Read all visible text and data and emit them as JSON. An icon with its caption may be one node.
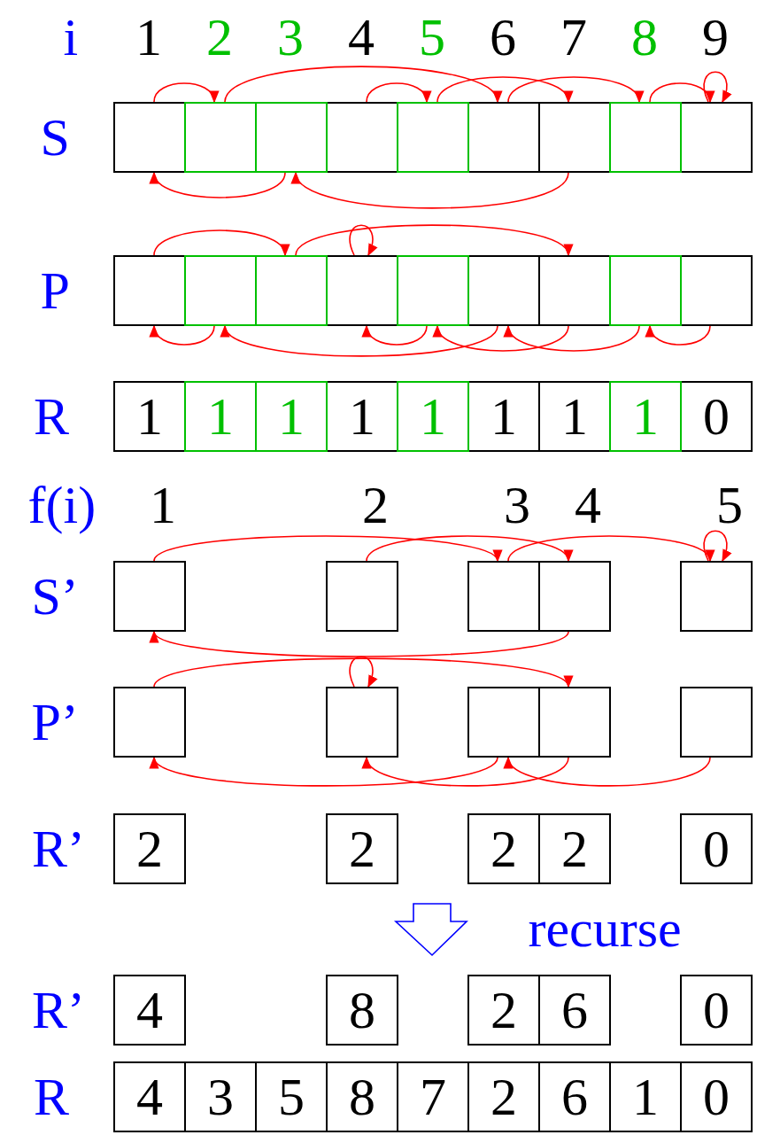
{
  "diagram": {
    "nodes": [
      {
        "text": [],
        "shape": "box"
      },
      {
        "text": [],
        "shape": "box"
      },
      {
        "text": [],
        "shape": "box"
      },
      {
        "text": [],
        "shape": "box"
      },
      {
        "text": [],
        "shape": "box"
      },
      {
        "text": [],
        "shape": "box"
      },
      {
        "text": [],
        "shape": "box"
      },
      {
        "text": [],
        "shape": "box"
      },
      {
        "text": [],
        "shape": "box"
      },
      {
        "text": [],
        "shape": "box"
      },
      {
        "text": [],
        "shape": "box"
      },
      {
        "text": [],
        "shape": "box"
      },
      {
        "text": [],
        "shape": "box"
      },
      {
        "text": [],
        "shape": "box"
      },
      {
        "text": [],
        "shape": "box"
      },
      {
        "text": [],
        "shape": "box"
      },
      {
        "text": [],
        "shape": "box"
      },
      {
        "text": [],
        "shape": "box"
      },
      {
        "text": [
          "1"
        ]
      },
      {
        "text": [
          "1"
        ]
      },
      {
        "text": [
          "1"
        ]
      },
      {
        "text": [
          "1"
        ]
      },
      {
        "text": [
          "1"
        ]
      },
      {
        "text": [
          "1"
        ]
      },
      {
        "text": [
          "1"
        ]
      },
      {
        "text": [
          "1"
        ]
      },
      {
        "text": [
          "0"
        ]
      },
      {
        "text": [],
        "shape": "box"
      },
      {
        "text": [],
        "shape": "box"
      },
      {
        "text": [],
        "shape": "box"
      },
      {
        "text": [],
        "shape": "box"
      },
      {
        "text": [],
        "shape": "box"
      },
      {
        "text": [],
        "shape": "box"
      },
      {
        "text": [],
        "shape": "box"
      },
      {
        "text": [],
        "shape": "box"
      },
      {
        "text": [],
        "shape": "box"
      },
      {
        "text": [],
        "shape": "box"
      },
      {
        "text": [
          "2"
        ]
      },
      {
        "text": [
          "2"
        ]
      },
      {
        "text": [
          "2"
        ]
      },
      {
        "text": [
          "2"
        ]
      },
      {
        "text": [
          "0"
        ]
      },
      {
        "text": [
          "4"
        ]
      },
      {
        "text": [
          "8"
        ]
      },
      {
        "text": [
          "2"
        ]
      },
      {
        "text": [
          "6"
        ]
      },
      {
        "text": [
          "0"
        ]
      },
      {
        "text": [
          "4"
        ]
      },
      {
        "text": [
          "3"
        ]
      },
      {
        "text": [
          "5"
        ]
      },
      {
        "text": [
          "8"
        ]
      },
      {
        "text": [
          "7"
        ]
      },
      {
        "text": [
          "2"
        ]
      },
      {
        "text": [
          "6"
        ]
      },
      {
        "text": [
          "1"
        ]
      },
      {
        "text": [
          "0"
        ]
      }
    ],
    "edges": [
      {
        "from": 0,
        "to": 1,
        "arrow": "to"
      },
      {
        "from": 1,
        "to": 5,
        "arrow": "to"
      },
      {
        "from": 2,
        "to": 0,
        "arrow": "to"
      },
      {
        "from": 3,
        "to": 4,
        "arrow": "to"
      },
      {
        "from": 4,
        "to": 6,
        "arrow": "to"
      },
      {
        "from": 5,
        "to": 7,
        "arrow": "to"
      },
      {
        "from": 6,
        "to": 2,
        "arrow": "to"
      },
      {
        "from": 7,
        "to": 8,
        "arrow": "to"
      },
      {
        "from": 8,
        "to": 8,
        "arrow": "to"
      },
      {
        "from": 9,
        "to": 11,
        "arrow": "to"
      },
      {
        "from": 10,
        "to": 9,
        "arrow": "to"
      },
      {
        "from": 11,
        "to": 15,
        "arrow": "to"
      },
      {
        "from": 12,
        "to": 12,
        "arrow": "to"
      },
      {
        "from": 13,
        "to": 12,
        "arrow": "to"
      },
      {
        "from": 14,
        "to": 10,
        "arrow": "to"
      },
      {
        "from": 15,
        "to": 13,
        "arrow": "to"
      },
      {
        "from": 16,
        "to": 14,
        "arrow": "to"
      },
      {
        "from": 17,
        "to": 16,
        "arrow": "to"
      },
      {
        "from": 27,
        "to": 29,
        "arrow": "to"
      },
      {
        "from": 28,
        "to": 30,
        "arrow": "to"
      },
      {
        "from": 29,
        "to": 31,
        "arrow": "to"
      },
      {
        "from": 30,
        "to": 27,
        "arrow": "to"
      },
      {
        "from": 31,
        "to": 31,
        "arrow": "to"
      },
      {
        "from": 32,
        "to": 35,
        "arrow": "to"
      },
      {
        "from": 33,
        "to": 33,
        "arrow": "to"
      },
      {
        "from": 34,
        "to": 32,
        "arrow": "to"
      },
      {
        "from": 35,
        "to": 33,
        "arrow": "to"
      },
      {
        "from": 36,
        "to": 34,
        "arrow": "to"
      }
    ],
    "labels": [
      "i",
      "1",
      "2",
      "3",
      "4",
      "5",
      "6",
      "7",
      "8",
      "9",
      "S",
      "P",
      "R",
      "f(i)",
      "1",
      "2",
      "3",
      "4",
      "5",
      "S’",
      "P’",
      "R’",
      "recurse",
      "R’",
      "R"
    ]
  }
}
